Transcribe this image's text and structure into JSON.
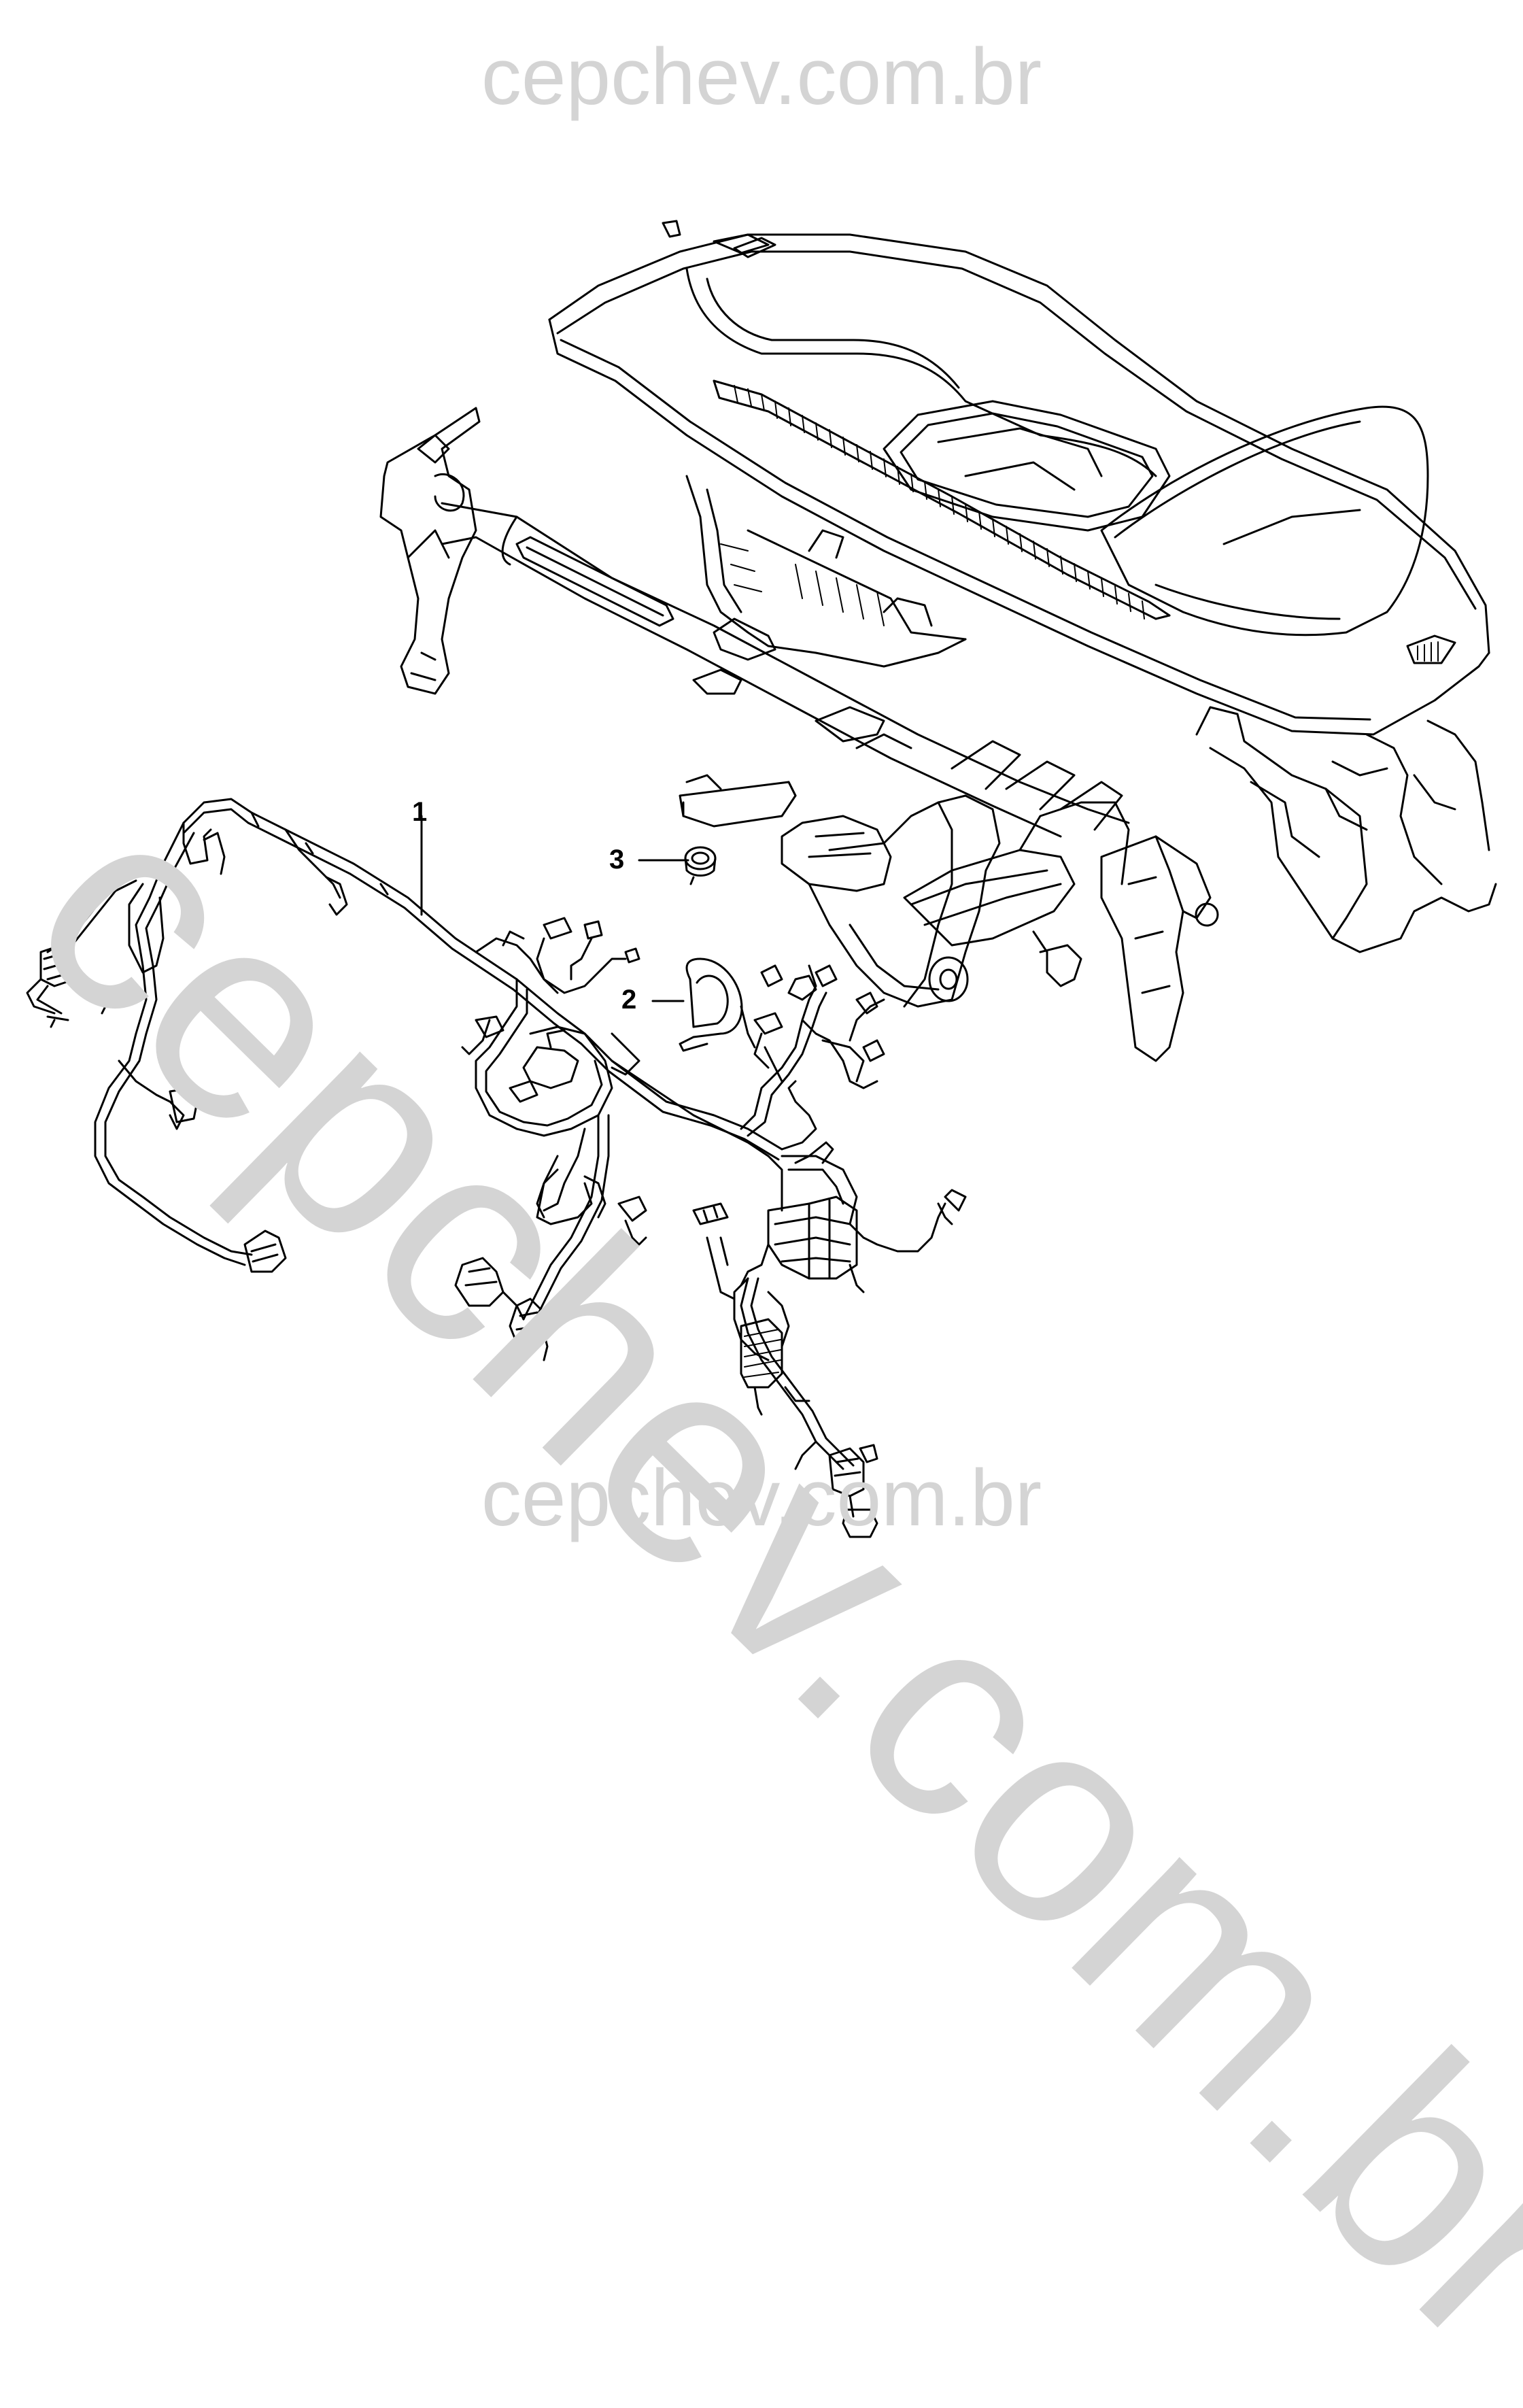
{
  "watermarks": {
    "top": "cepchev.com.br",
    "diagonal": "cepchev.com.br",
    "bottom": "cepchev.com.br"
  },
  "callouts": [
    {
      "label": "1",
      "part": "wiring-harness"
    },
    {
      "label": "2",
      "part": "strap"
    },
    {
      "label": "3",
      "part": "nut"
    }
  ],
  "colors": {
    "line": "#000000",
    "watermark": "#d4d4d4",
    "background": "#ffffff"
  }
}
